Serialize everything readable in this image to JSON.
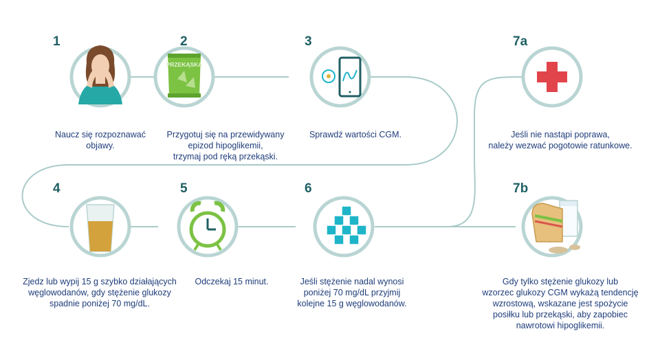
{
  "steps": [
    {
      "number": "1",
      "caption": "Naucz się rozpoznawać\nobjawy.",
      "icon": "worried-person-icon"
    },
    {
      "number": "2",
      "caption": "Przygotuj się na przewidywany\nepizod hipoglikemii,\ntrzymaj pod ręką przekąski.",
      "icon": "snack-bag-icon",
      "icon_label": "PRZEKĄSKA"
    },
    {
      "number": "3",
      "caption": "Sprawdź wartości CGM.",
      "icon": "cgm-device-icon"
    },
    {
      "number": "4",
      "caption": "Zjedz lub wypij 15 g szybko działających\nwęglowodanów, gdy stężenie glukozy\nspadnie poniżej 70 mg/dL.",
      "icon": "juice-glass-icon"
    },
    {
      "number": "5",
      "caption": "Odczekaj 15 minut.",
      "icon": "alarm-clock-icon"
    },
    {
      "number": "6",
      "caption": "Jeśli stężenie nadal wynosi\nponiżej 70 mg/dL przyjmij\nkolejne 15 g węglowodanów.",
      "icon": "sugar-cubes-icon"
    },
    {
      "number": "7a",
      "caption": "Jeśli nie nastąpi poprawa,\nnależy wezwać pogotowie ratunkowe.",
      "icon": "medical-cross-icon"
    },
    {
      "number": "7b",
      "caption": "Gdy tylko stężenie glukozy lub\nwzorzec glukozy CGM wykażą tendencję\nwzrostową, wskazane jest spożycie\nposiłku lub przekąski, aby zapobiec\nnawrotowi hipoglikemii.",
      "icon": "sandwich-milk-icon"
    }
  ],
  "colors": {
    "ring": "#b9d5d3",
    "connector": "#a9cbc9",
    "number": "#1f5f63",
    "caption": "#1e3c7a",
    "green": "#7cc243",
    "teal": "#1fb5c9",
    "red": "#e2444b",
    "juice": "#d4a23d"
  }
}
